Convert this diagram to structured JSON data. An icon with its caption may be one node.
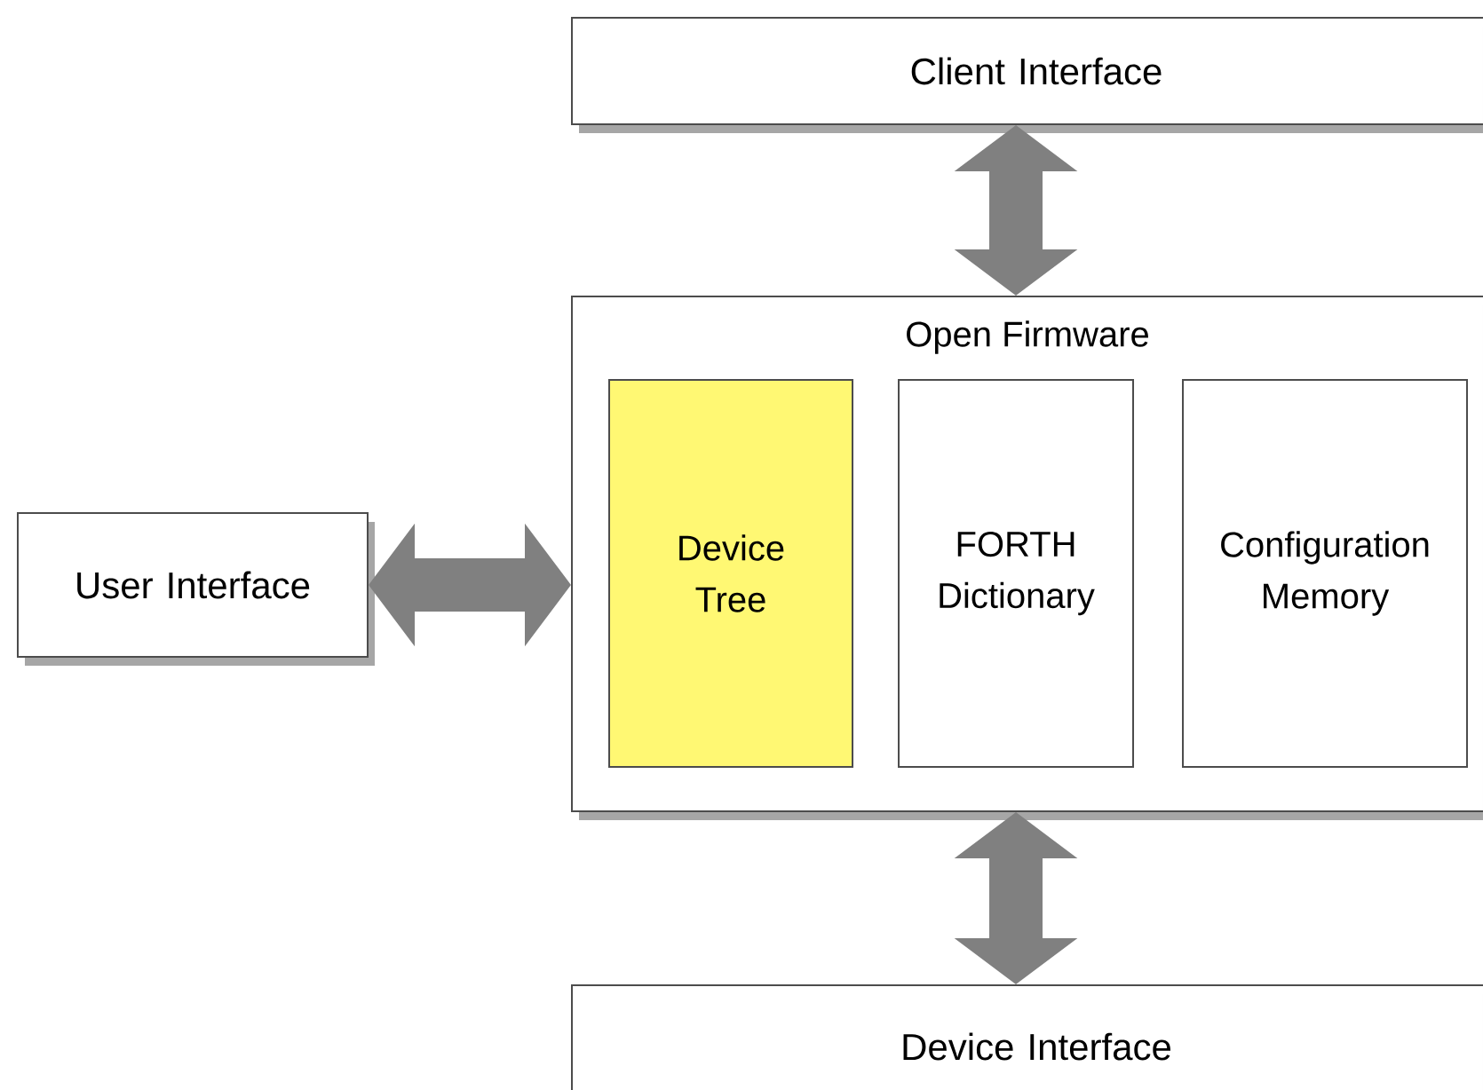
{
  "diagram": {
    "nodes": [
      {
        "text": [
          "Client Interface"
        ]
      },
      {
        "text": [
          "Open Firmware"
        ]
      },
      {
        "text": [
          "Device Tree"
        ],
        "in": 1
      },
      {
        "text": [
          "FORTH Dictionary"
        ],
        "in": 1
      },
      {
        "text": [
          "Configuration Memory"
        ],
        "in": 1
      },
      {
        "text": [
          "User Interface"
        ]
      },
      {
        "text": [
          "Device Interface"
        ]
      }
    ],
    "edges": [
      {
        "from": 0,
        "to": 1,
        "arrow": "both"
      },
      {
        "from": 5,
        "to": 1,
        "arrow": "both"
      },
      {
        "from": 1,
        "to": 6,
        "arrow": "both"
      }
    ]
  }
}
